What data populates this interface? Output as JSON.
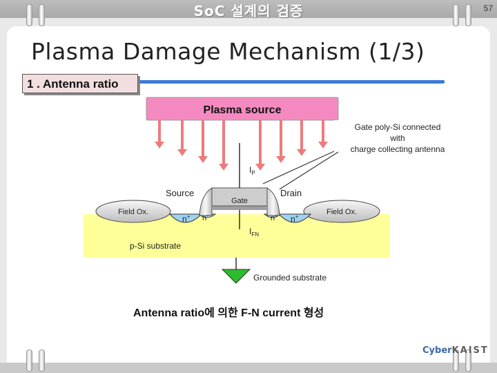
{
  "header": {
    "course_title": "SoC 설계의 검증",
    "page_number": "57"
  },
  "slide": {
    "title": "Plasma Damage Mechanism (1/3)",
    "section_label": "1 . Antenna ratio",
    "caption": "Antenna ratio에 의한 F-N current 형성"
  },
  "diagram": {
    "plasma_source": "Plasma source",
    "callout_line1": "Gate poly-Si connected",
    "callout_line2": "with",
    "callout_line3": "charge collecting antenna",
    "ip_main": "I",
    "ip_sub": "P",
    "source": "Source",
    "drain": "Drain",
    "gate": "Gate",
    "field_ox_left": "Field Ox.",
    "field_ox_right": "Field Ox.",
    "n_plus": "n",
    "plus_sup": "+",
    "n_minus": "n",
    "minus_sup": "-",
    "ifn_main": "I",
    "ifn_sub": "FN",
    "substrate": "p-Si substrate",
    "ground": "Grounded substrate"
  },
  "logo": {
    "part1": "Cyber",
    "part2": "KAIST"
  },
  "colors": {
    "plasma": "#f48ac0",
    "arrow": "#ee7b7b",
    "substrate": "#ffff99",
    "ground": "#2dbb2d",
    "accent": "#3c7ad6"
  }
}
